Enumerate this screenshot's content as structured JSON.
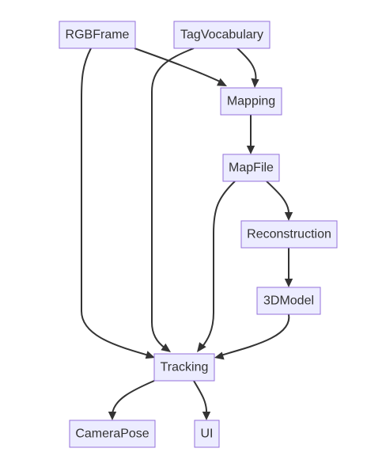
{
  "diagram": {
    "type": "flowchart",
    "direction": "top-down",
    "nodes": [
      {
        "id": "rgbframe",
        "label": "RGBFrame"
      },
      {
        "id": "tagvocabulary",
        "label": "TagVocabulary"
      },
      {
        "id": "mapping",
        "label": "Mapping"
      },
      {
        "id": "mapfile",
        "label": "MapFile"
      },
      {
        "id": "reconstruction",
        "label": "Reconstruction"
      },
      {
        "id": "model3d",
        "label": "3DModel"
      },
      {
        "id": "tracking",
        "label": "Tracking"
      },
      {
        "id": "camerapose",
        "label": "CameraPose"
      },
      {
        "id": "ui",
        "label": "UI"
      }
    ],
    "edges": [
      {
        "from": "rgbframe",
        "to": "mapping"
      },
      {
        "from": "tagvocabulary",
        "to": "mapping"
      },
      {
        "from": "mapping",
        "to": "mapfile"
      },
      {
        "from": "mapfile",
        "to": "reconstruction"
      },
      {
        "from": "reconstruction",
        "to": "model3d"
      },
      {
        "from": "rgbframe",
        "to": "tracking"
      },
      {
        "from": "tagvocabulary",
        "to": "tracking"
      },
      {
        "from": "mapfile",
        "to": "tracking"
      },
      {
        "from": "model3d",
        "to": "tracking"
      },
      {
        "from": "tracking",
        "to": "camerapose"
      },
      {
        "from": "tracking",
        "to": "ui"
      }
    ],
    "colors": {
      "node_fill": "#ececff",
      "node_border": "#9370db",
      "edge": "#333333",
      "text": "#333333"
    }
  }
}
